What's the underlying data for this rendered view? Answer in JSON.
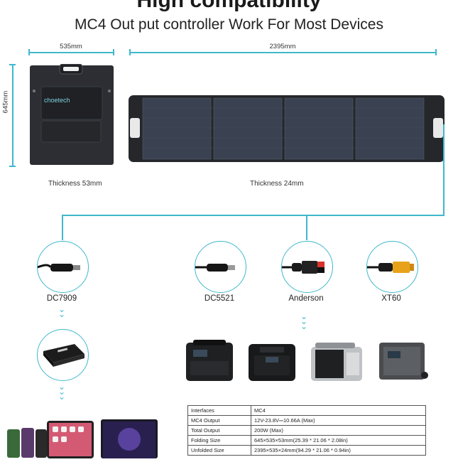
{
  "header": {
    "title": "High compatibility",
    "subtitle": "MC4 Out put controller Work For Most Devices"
  },
  "dimensions": {
    "folded_width": "535mm",
    "unfolded_width": "2395mm",
    "height": "645mm"
  },
  "brand": "choetech",
  "thickness": {
    "folded": "Thickness 53mm",
    "unfolded": "Thickness 24mm"
  },
  "connectors": [
    {
      "label": "DC7909"
    },
    {
      "label": "DC5521"
    },
    {
      "label": "Anderson"
    },
    {
      "label": "XT60"
    }
  ],
  "spec_table": [
    {
      "name": "Interfaces",
      "value": "MC4"
    },
    {
      "name": "MC4 Output",
      "value": "12V-23.8V⎓10.66A (Max)"
    },
    {
      "name": "Total Output",
      "value": "200W (Max)"
    },
    {
      "name": "Folding Size",
      "value": "645×535×53mm(25.39 * 21.06 * 2.08in)"
    },
    {
      "name": "Unfolded Size",
      "value": "2395×535×24mm(94.29 * 21.06 * 0.94in)"
    }
  ],
  "colors": {
    "accent": "#3fb8cc",
    "panel": "#2b2d31",
    "cell": "#3a4150"
  }
}
